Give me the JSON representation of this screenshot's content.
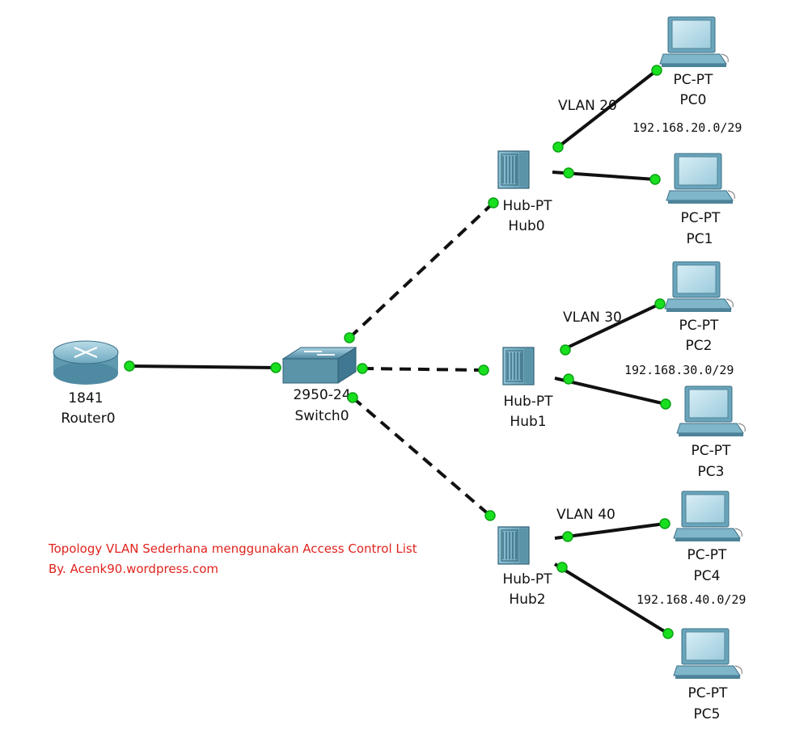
{
  "colors": {
    "link": "#111111",
    "port_up": "#19e01f",
    "caption": "#e0241f",
    "device_body": "#8fc3d6",
    "device_dark": "#3b6f86"
  },
  "devices": {
    "router0": {
      "model": "1841",
      "name": "Router0",
      "icon": "router-icon"
    },
    "switch0": {
      "model": "2950-24",
      "name": "Switch0",
      "icon": "switch-icon"
    },
    "hub0": {
      "model": "Hub-PT",
      "name": "Hub0",
      "icon": "hub-icon"
    },
    "hub1": {
      "model": "Hub-PT",
      "name": "Hub1",
      "icon": "hub-icon"
    },
    "hub2": {
      "model": "Hub-PT",
      "name": "Hub2",
      "icon": "hub-icon"
    },
    "pc0": {
      "model": "PC-PT",
      "name": "PC0",
      "icon": "pc-icon"
    },
    "pc1": {
      "model": "PC-PT",
      "name": "PC1",
      "icon": "pc-icon"
    },
    "pc2": {
      "model": "PC-PT",
      "name": "PC2",
      "icon": "pc-icon"
    },
    "pc3": {
      "model": "PC-PT",
      "name": "PC3",
      "icon": "pc-icon"
    },
    "pc4": {
      "model": "PC-PT",
      "name": "PC4",
      "icon": "pc-icon"
    },
    "pc5": {
      "model": "PC-PT",
      "name": "PC5",
      "icon": "pc-icon"
    }
  },
  "vlans": {
    "vlan20": {
      "label": "VLAN 20",
      "network": "192.168.20.0/29"
    },
    "vlan30": {
      "label": "VLAN 30",
      "network": "192.168.30.0/29"
    },
    "vlan40": {
      "label": "VLAN 40",
      "network": "192.168.40.0/29"
    }
  },
  "links": [
    {
      "from": "router0",
      "to": "switch0",
      "style": "solid"
    },
    {
      "from": "switch0",
      "to": "hub0",
      "style": "dashed"
    },
    {
      "from": "switch0",
      "to": "hub1",
      "style": "dashed"
    },
    {
      "from": "switch0",
      "to": "hub2",
      "style": "dashed"
    },
    {
      "from": "hub0",
      "to": "pc0",
      "style": "solid"
    },
    {
      "from": "hub0",
      "to": "pc1",
      "style": "solid"
    },
    {
      "from": "hub1",
      "to": "pc2",
      "style": "solid"
    },
    {
      "from": "hub1",
      "to": "pc3",
      "style": "solid"
    },
    {
      "from": "hub2",
      "to": "pc4",
      "style": "solid"
    },
    {
      "from": "hub2",
      "to": "pc5",
      "style": "solid"
    }
  ],
  "caption": {
    "line1": "Topology VLAN Sederhana menggunakan Access Control List",
    "line2": "By. Acenk90.wordpress.com"
  }
}
